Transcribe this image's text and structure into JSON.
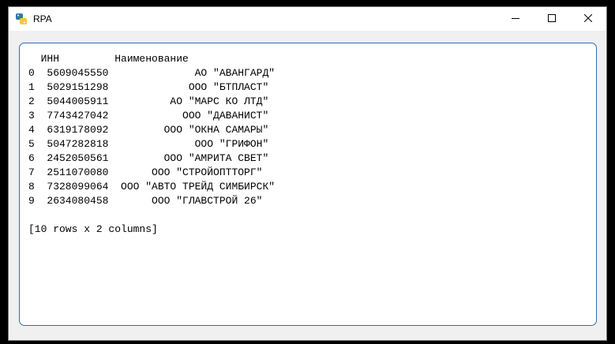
{
  "window": {
    "title": "RPA",
    "icon": "python-icon"
  },
  "caption": {
    "minimize_icon": "minimize-icon",
    "maximize_icon": "maximize-icon",
    "close_icon": "close-icon"
  },
  "output": {
    "lines": [
      "  ИНН         Наименование",
      "0  5609045550              АО \"АВАНГАРД\"",
      "1  5029151298             ООО \"БТПЛАСТ\"",
      "2  5044005911          АО \"МАРС КО ЛТД\"",
      "3  7743427042            ООО \"ДАВАНИСТ\"",
      "4  6319178092         ООО \"ОКНА САМАРЫ\"",
      "5  5047282818              ООО \"ГРИФОН\"",
      "6  2452050561         ООО \"АМРИТА СВЕТ\"",
      "7  2511070080       ООО \"СТРОЙОПТТОРГ\"",
      "8  7328099064  ООО \"АВТО ТРЕЙД СИМБИРСК\"",
      "9  2634080458       ООО \"ГЛАВСТРОЙ 26\"",
      "",
      "[10 rows x 2 columns]"
    ]
  },
  "colors": {
    "panel_border": "#2f6db3",
    "titlebar": "#ffffff",
    "client_bg": "#f0f0f0"
  }
}
